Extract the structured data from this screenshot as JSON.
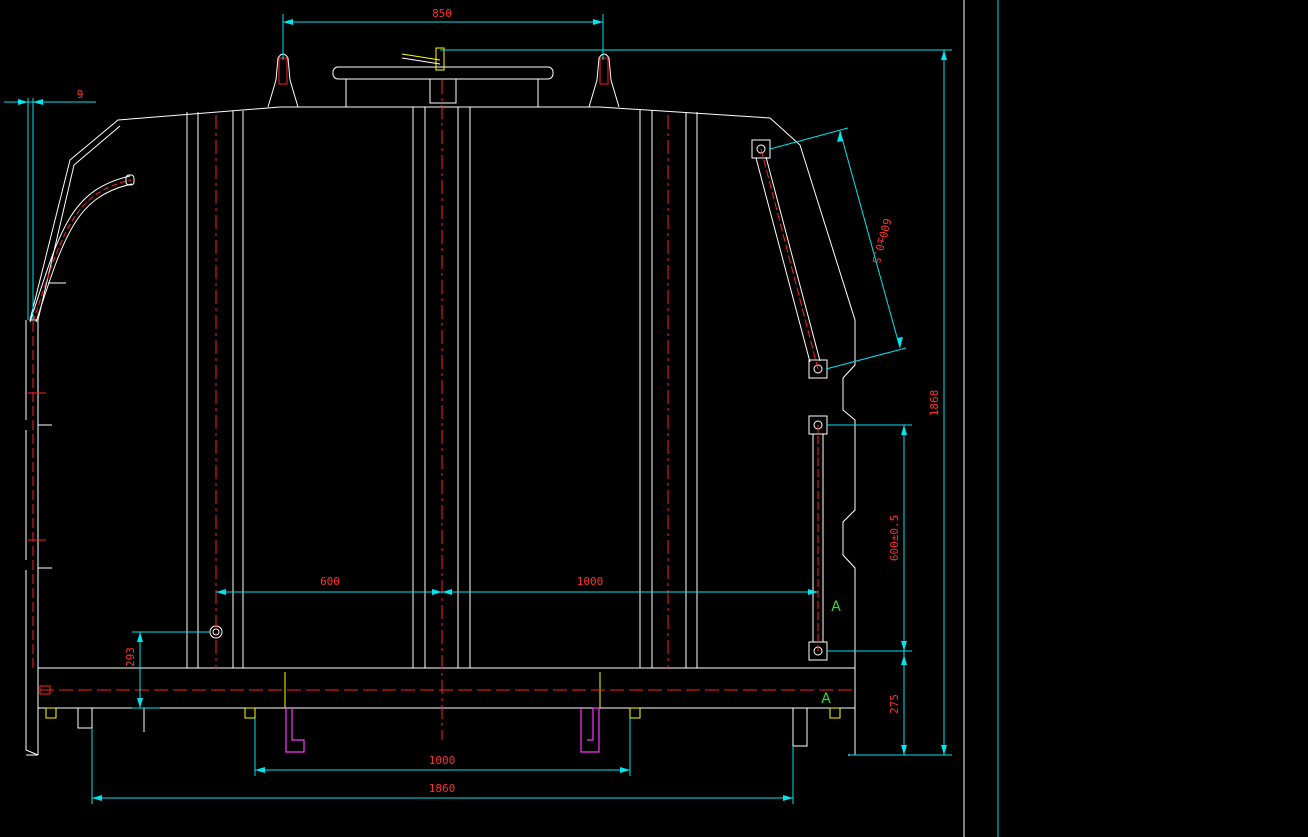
{
  "colors": {
    "background": "#000000",
    "outline": "#ffffff",
    "centerline": "#ff2020",
    "dimension": "#00e5ee",
    "dimension_text": "#ff3030",
    "section_mark": "#33dd33",
    "profile": "#ff33ff",
    "frame": "#ffffff",
    "hatch_red": "#ff2020",
    "accent_yellow": "#ffff00"
  },
  "dimensions": {
    "top_span": "850",
    "left_offset": "9",
    "tilted_rod": "600±0.5",
    "vertical_rod": "600±0.5",
    "overall_height": "1868",
    "left_span": "600",
    "right_span": "1000",
    "drain_height": "293",
    "base_height": "275",
    "bottom_span": "1000",
    "overall_width": "1860"
  },
  "section_marks": {
    "upper": "A",
    "lower": "A"
  }
}
